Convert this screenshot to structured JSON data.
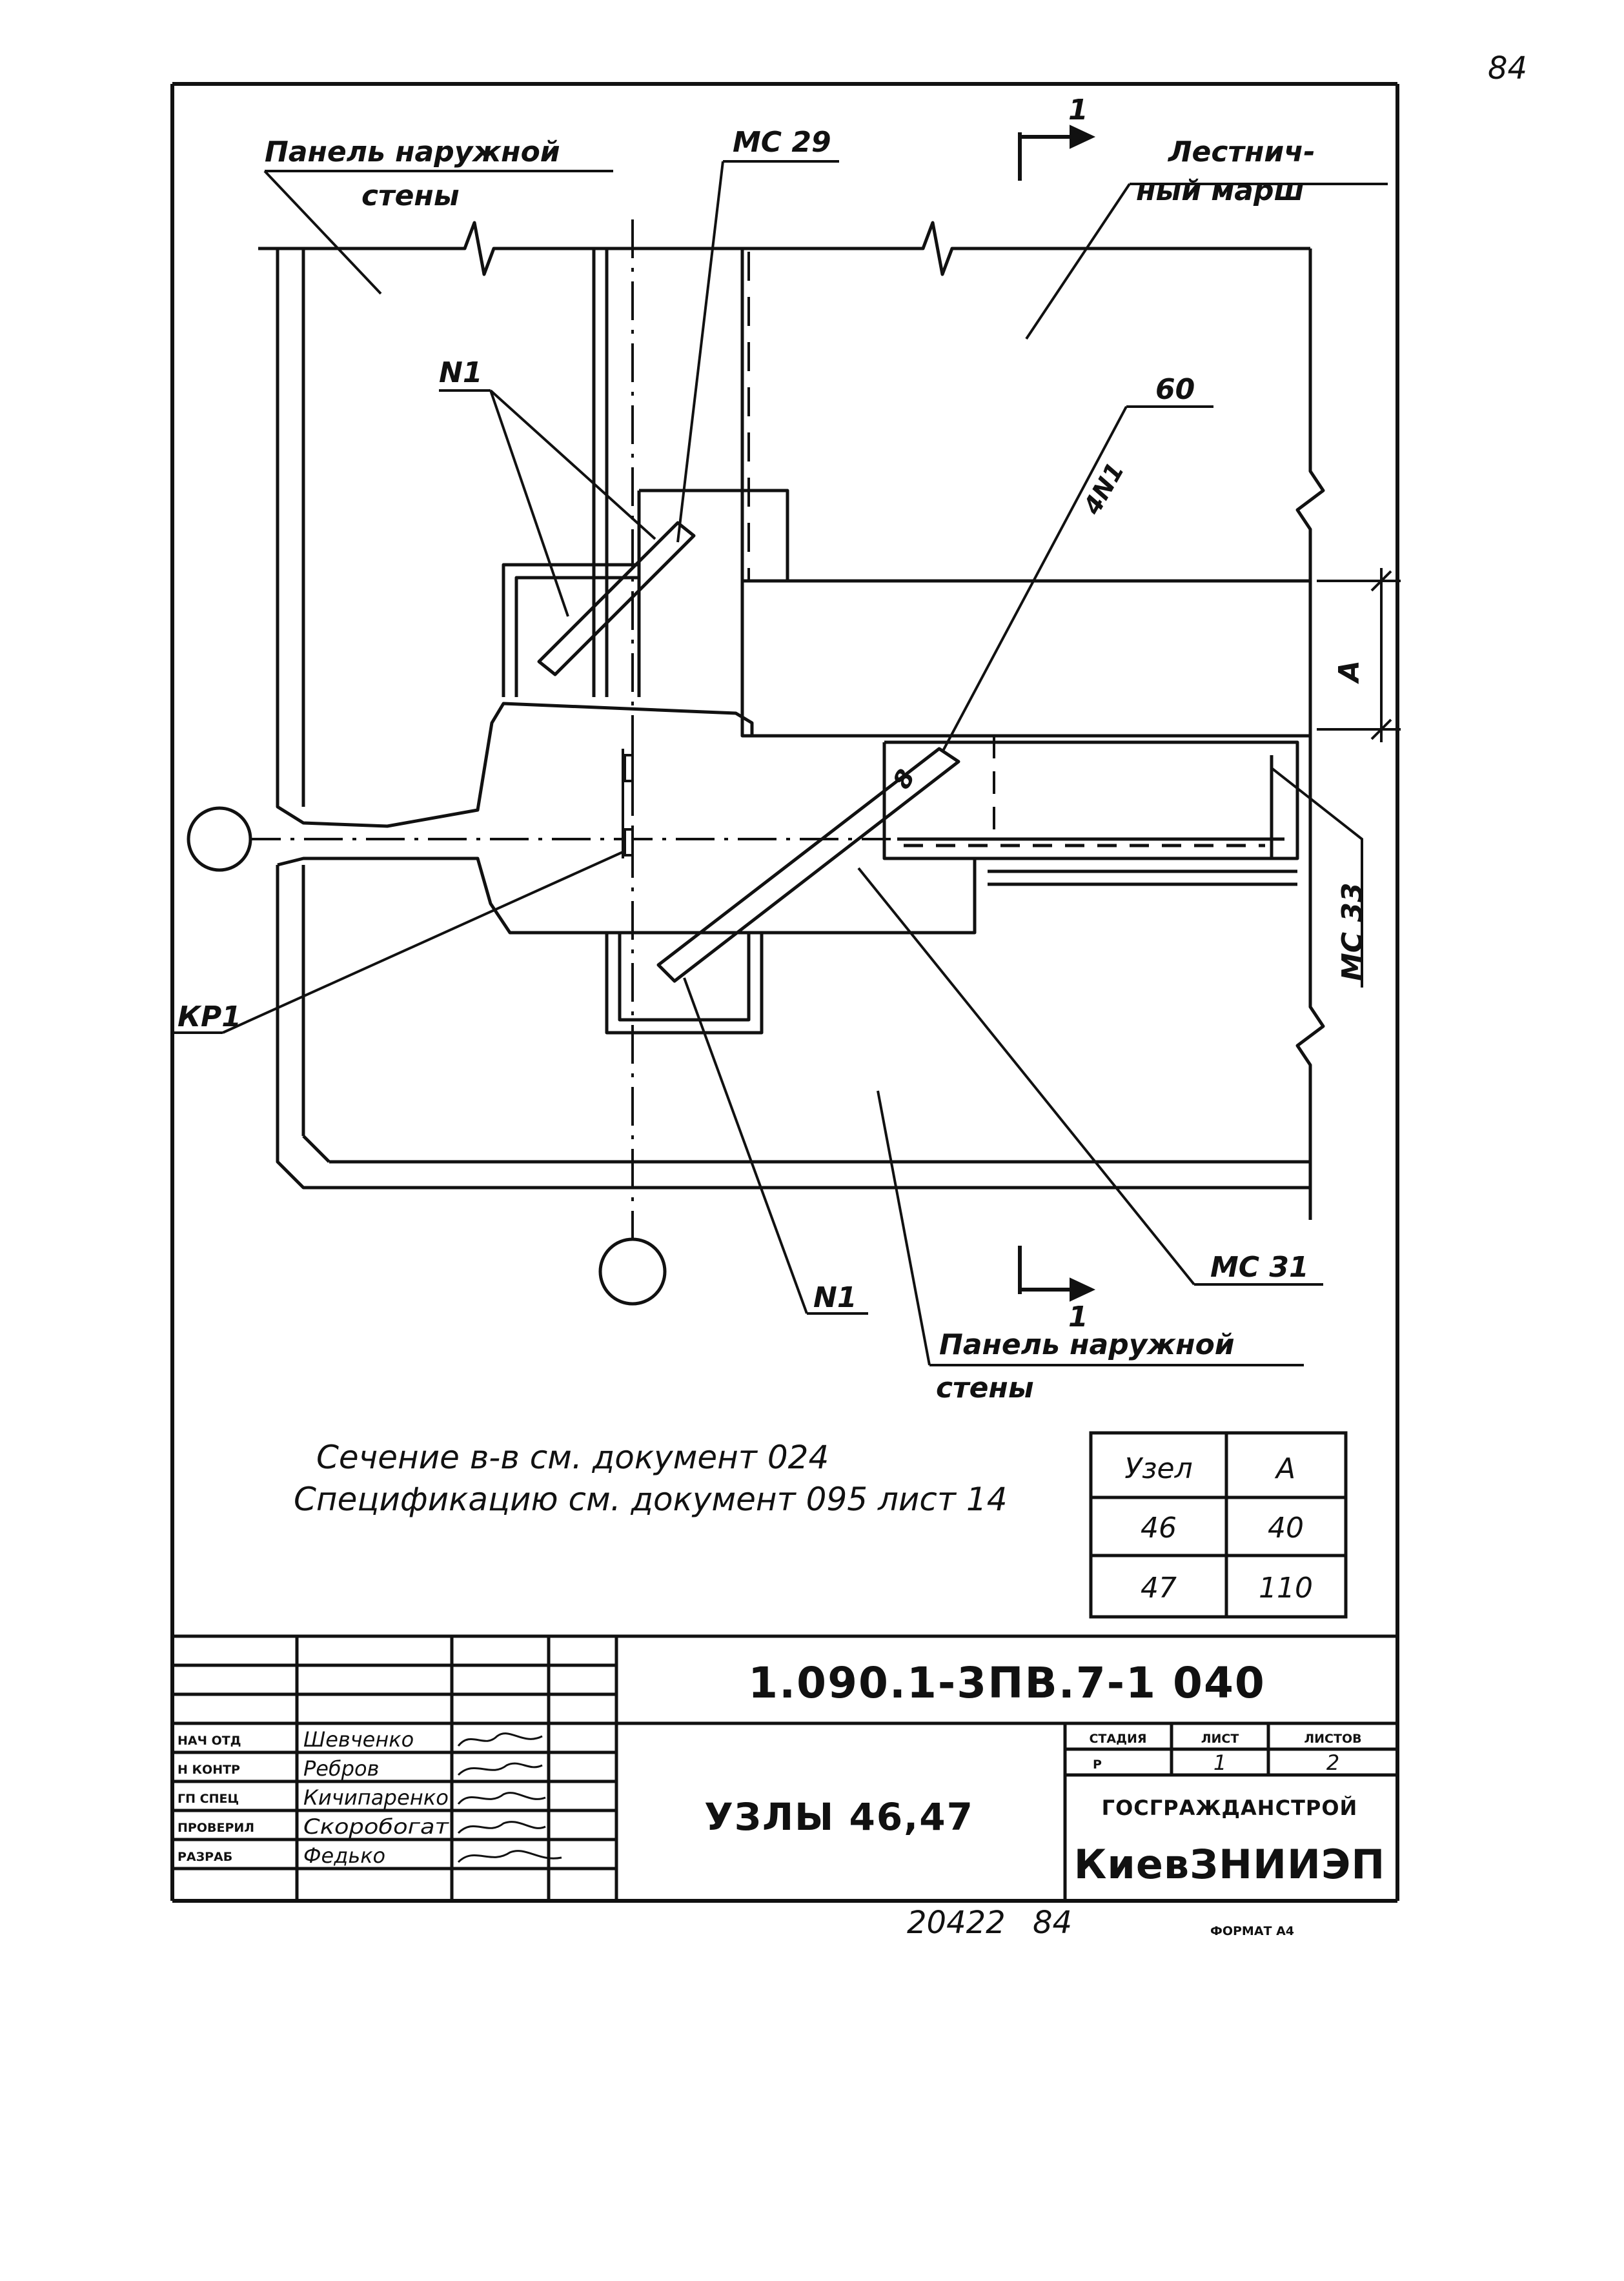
{
  "page_number": "84",
  "section_mark": "1",
  "labels": {
    "outer_wall_top_line1": "Панель наружной",
    "outer_wall_top_line2": "стены",
    "mc29": "МС 29",
    "stair_line1": "Лестнич-",
    "stair_line2": "ный марш",
    "n1_top": "N1",
    "four_n1": "4N1",
    "dim_60": "60",
    "dim_a": "А",
    "dim_8": "8",
    "mc33": "МС 33",
    "kr1": "КР1",
    "n1_bottom": "N1",
    "mc31": "МС 31",
    "outer_wall_bottom_line1": "Панель наружной",
    "outer_wall_bottom_line2": "стены"
  },
  "notes": [
    "Сечение в-в см. документ 024",
    "Спецификацию см. документ 095 лист 14"
  ],
  "node_table": {
    "headers": [
      "Узел",
      "А"
    ],
    "rows": [
      [
        "46",
        "40"
      ],
      [
        "47",
        "110"
      ]
    ]
  },
  "title_block": {
    "roles": [
      "НАЧ ОТД",
      "Н КОНТР",
      "ГП СПЕЦ",
      "ПРОВЕРИЛ",
      "РАЗРАБ"
    ],
    "names": [
      "Шевченко",
      "Ребров",
      "Кичипаренко",
      "Скоробогат",
      "Федько"
    ],
    "document_code": "1.090.1-3ПВ.7-1 040",
    "title": "УЗЛЫ 46,47",
    "stage_header": "СТАДИЯ",
    "sheet_header": "ЛИСТ",
    "sheets_header": "ЛИСТОВ",
    "stage": "Р",
    "sheet": "1",
    "sheets": "2",
    "org_line1": "ГОСГРАЖДАНСТРОЙ",
    "org_line2": "КиевЗНИИЭП"
  },
  "footer": {
    "archive_number": "20422",
    "page": "84",
    "format": "ФОРМАТ А4"
  }
}
